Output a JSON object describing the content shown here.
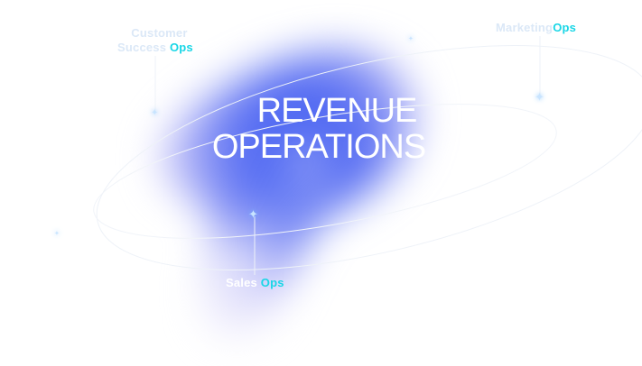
{
  "hero": {
    "title_line1": "REVENUE",
    "title_line2": "OPERATIONS"
  },
  "labels": {
    "customer_success": {
      "line1": "Customer",
      "line2_prefix": "Success",
      "line2_accent": "Ops"
    },
    "marketing": {
      "prefix": "Marketing",
      "accent": "Ops"
    },
    "sales": {
      "prefix": "Sales",
      "accent": "Ops"
    }
  },
  "colors": {
    "accent": "#19d6e6",
    "blob_core": "#3f5cf0",
    "blob_mid": "#7f86f7",
    "orbit_line": "#eef2f8",
    "background": "#ffffff"
  }
}
